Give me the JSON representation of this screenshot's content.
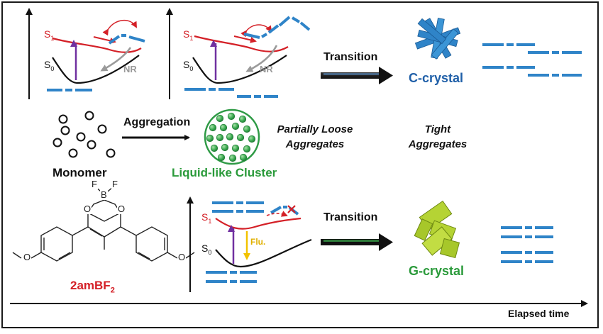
{
  "panels": {
    "top_left": {
      "s1": "S",
      "s1_sub": "1",
      "s0": "S",
      "s0_sub": "0",
      "nr": "NR"
    },
    "top_mid": {
      "s1": "S",
      "s1_sub": "1",
      "s0": "S",
      "s0_sub": "0",
      "nr": "NR"
    },
    "bottom": {
      "s1": "S",
      "s1_sub": "1",
      "s0": "S",
      "s0_sub": "0",
      "flu": "Flu."
    }
  },
  "labels": {
    "transition_top": "Transition",
    "transition_bottom": "Transition",
    "c_crystal": "C-crystal",
    "g_crystal": "G-crystal",
    "aggregation": "Aggregation",
    "monomer": "Monomer",
    "liquid_like_cluster": "Liquid-like Cluster",
    "partially_loose_1": "Partially Loose",
    "partially_loose_2": "Aggregates",
    "tight_1": "Tight",
    "tight_2": "Aggregates",
    "compound_prefix": "2amBF",
    "compound_sub": "2",
    "elapsed_time": "Elapsed time"
  },
  "molecule": {
    "f_left": "F",
    "f_right": "F",
    "boron": "B",
    "o_ring_left": "O",
    "o_ring_right": "O",
    "o_methoxy_left": "O",
    "o_methoxy_right": "O"
  },
  "colors": {
    "s1_curve": "#d42027",
    "blue_molecule": "#2f84c8",
    "purple_arrow": "#7030a0",
    "nr_gray": "#9a9a9a",
    "flu_yellow": "#f2c200",
    "c_crystal_text": "#1f5fa8",
    "g_crystal_text": "#2a9a3a",
    "cluster_green": "#2e9a45",
    "g_crystal_fill": "#b5d334",
    "compound_red": "#d42027"
  }
}
